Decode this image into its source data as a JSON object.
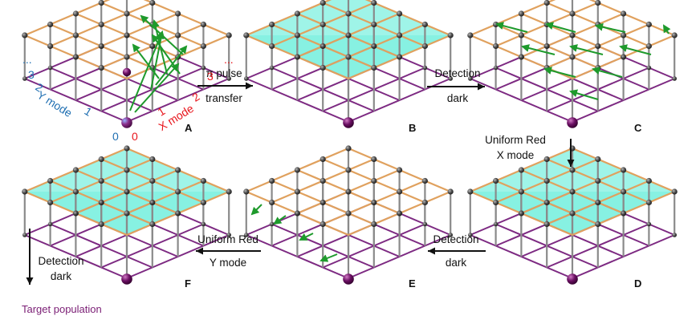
{
  "panels": [
    {
      "letter": "A",
      "shaded": false,
      "arrows": "A",
      "top_ball": true
    },
    {
      "letter": "B",
      "shaded": true,
      "arrows": "none",
      "top_ball": false
    },
    {
      "letter": "C",
      "shaded": false,
      "arrows": "C",
      "top_ball": false
    },
    {
      "letter": "D",
      "shaded": true,
      "arrows": "none",
      "top_ball": false
    },
    {
      "letter": "E",
      "shaded": false,
      "arrows": "E",
      "top_ball": false
    },
    {
      "letter": "F",
      "shaded": true,
      "arrows": "none",
      "top_ball": false
    }
  ],
  "steps": {
    "pi_pulse": {
      "line1": "π pulse",
      "line2": "transfer"
    },
    "detection1": {
      "line1": "Detection",
      "line2": "dark"
    },
    "uniform_red_x": {
      "line1": "Uniform Red",
      "line2": "X mode"
    },
    "detection2": {
      "line1": "Detection",
      "line2": "dark"
    },
    "uniform_red_y": {
      "line1": "Uniform Red",
      "line2": "Y mode"
    },
    "detection3": {
      "line1": "Detection",
      "line2": "dark"
    }
  },
  "axes": {
    "y_mode_label": "Y mode",
    "y_ticks": [
      "0",
      "1",
      "2",
      "3",
      "..."
    ],
    "x_mode_label": "X mode",
    "x_ticks": [
      "0",
      "1",
      "2",
      "3",
      "..."
    ]
  },
  "target_label": "Target population",
  "colors": {
    "orange": "#e0a15e",
    "purple": "#7d2a82",
    "gray": "#8a8a8a",
    "node": "#4a4a4a",
    "cyan_fill": "#7ff0e0",
    "arrow": "#1e9a2c",
    "bottom_ball": "#6b0f63",
    "top_ball": "#8b1e7c"
  }
}
